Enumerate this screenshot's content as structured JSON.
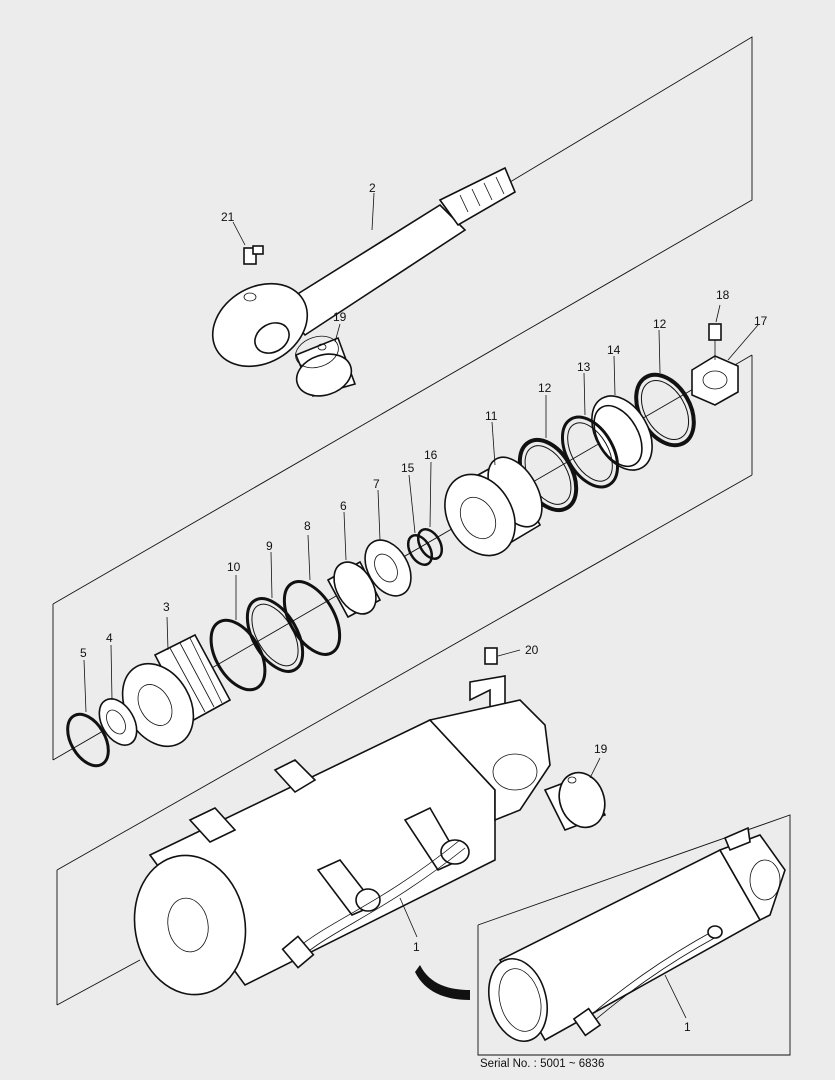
{
  "callouts": [
    {
      "id": "c2",
      "text": "2"
    },
    {
      "id": "c21",
      "text": "21"
    },
    {
      "id": "c19a",
      "text": "19"
    },
    {
      "id": "c18",
      "text": "18"
    },
    {
      "id": "c17",
      "text": "17"
    },
    {
      "id": "c12a",
      "text": "12"
    },
    {
      "id": "c14",
      "text": "14"
    },
    {
      "id": "c13",
      "text": "13"
    },
    {
      "id": "c12b",
      "text": "12"
    },
    {
      "id": "c11",
      "text": "11"
    },
    {
      "id": "c16",
      "text": "16"
    },
    {
      "id": "c15",
      "text": "15"
    },
    {
      "id": "c7",
      "text": "7"
    },
    {
      "id": "c6",
      "text": "6"
    },
    {
      "id": "c8",
      "text": "8"
    },
    {
      "id": "c9",
      "text": "9"
    },
    {
      "id": "c10",
      "text": "10"
    },
    {
      "id": "c3",
      "text": "3"
    },
    {
      "id": "c4",
      "text": "4"
    },
    {
      "id": "c5",
      "text": "5"
    },
    {
      "id": "c20",
      "text": "20"
    },
    {
      "id": "c19b",
      "text": "19"
    },
    {
      "id": "c1a",
      "text": "1"
    },
    {
      "id": "c1b",
      "text": "1"
    }
  ],
  "serial_note": "Serial No. : 5001 ~ 6836"
}
